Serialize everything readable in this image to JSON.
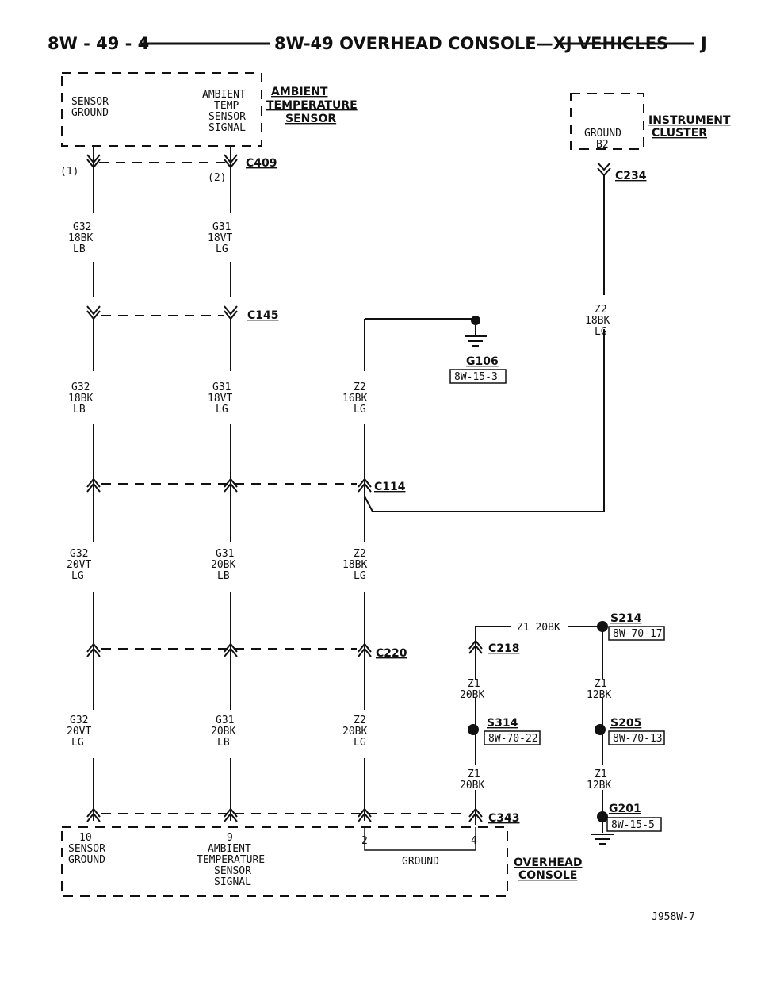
{
  "header": {
    "page": "8W - 49 - 4",
    "title": "8W-49 OVERHEAD CONSOLE—XJ VEHICLES",
    "letter": "J"
  },
  "ambient_sensor": {
    "name_line1": "AMBIENT",
    "name_line2": "TEMPERATURE",
    "name_line3": "SENSOR",
    "pin1_line1": "SENSOR",
    "pin1_line2": "GROUND",
    "pin2_line1": "AMBIENT",
    "pin2_line2": "TEMP",
    "pin2_line3": "SENSOR",
    "pin2_line4": "SIGNAL",
    "pin1_num": "(1)",
    "pin2_num": "(2)"
  },
  "cluster": {
    "name_line1": "INSTRUMENT",
    "name_line2": "CLUSTER",
    "pin_line1": "GROUND",
    "pin_line2": "B2"
  },
  "connectors": {
    "c409": "C409",
    "c145": "C145",
    "c114": "C114",
    "c220": "C220",
    "c218": "C218",
    "c234": "C234",
    "c343": "C343"
  },
  "wires": {
    "w1": [
      "G32",
      "18BK",
      "LB"
    ],
    "w2": [
      "G31",
      "18VT",
      "LG"
    ],
    "w3": [
      "G32",
      "18BK",
      "LB"
    ],
    "w4": [
      "G31",
      "18VT",
      "LG"
    ],
    "w5": [
      "Z2",
      "16BK",
      "LG"
    ],
    "w6": [
      "Z2",
      "18BK",
      "LG"
    ],
    "w7": [
      "G32",
      "20VT",
      "LG"
    ],
    "w8": [
      "G31",
      "20BK",
      "LB"
    ],
    "w9": [
      "Z2",
      "18BK",
      "LG"
    ],
    "w10": [
      "G32",
      "20VT",
      "LG"
    ],
    "w11": [
      "G31",
      "20BK",
      "LB"
    ],
    "w12": [
      "Z2",
      "20BK",
      "LG"
    ],
    "w13": [
      "Z1",
      "20BK"
    ],
    "w14": [
      "Z1",
      "12BK"
    ],
    "w15": [
      "Z1",
      "20BK"
    ],
    "w16": [
      "Z1",
      "12BK"
    ],
    "w17": "Z1 20BK"
  },
  "grounds": {
    "g106": "G106",
    "g106_ref": "8W-15-3",
    "g201": "G201",
    "g201_ref": "8W-15-5"
  },
  "splices": {
    "s214": "S214",
    "s214_ref": "8W-70-17",
    "s314": "S314",
    "s314_ref": "8W-70-22",
    "s205": "S205",
    "s205_ref": "8W-70-13"
  },
  "overhead": {
    "name_line1": "OVERHEAD",
    "name_line2": "CONSOLE",
    "pin10_num": "10",
    "pin10_line1": "SENSOR",
    "pin10_line2": "GROUND",
    "pin9_num": "9",
    "pin9_line1": "AMBIENT",
    "pin9_line2": "TEMPERATURE",
    "pin9_line3": "SENSOR",
    "pin9_line4": "SIGNAL",
    "pin2_num": "2",
    "pin4_num": "4",
    "ground_label": "GROUND"
  },
  "footer": {
    "figure_id": "J958W-7"
  }
}
